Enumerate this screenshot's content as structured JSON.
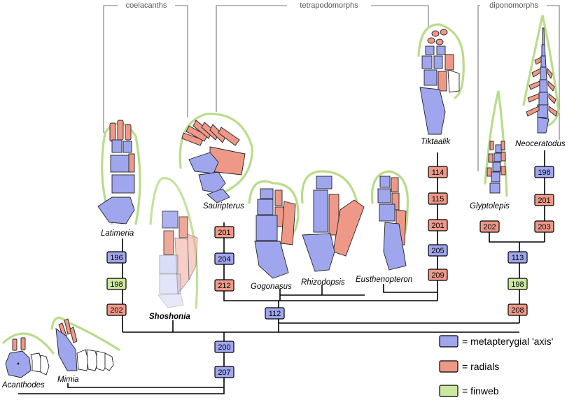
{
  "clades": [
    {
      "id": "coel",
      "label": "coelacanths"
    },
    {
      "id": "tetra",
      "label": "tetrapodomorphs"
    },
    {
      "id": "dipno",
      "label": "diponomorphs"
    }
  ],
  "taxa": [
    {
      "id": "acanthodes",
      "label": "Acanthodes"
    },
    {
      "id": "mimia",
      "label": "Mimia"
    },
    {
      "id": "latimeria",
      "label": "Latimeria"
    },
    {
      "id": "shoshonia",
      "label": "Shoshonia"
    },
    {
      "id": "sauripterus",
      "label": "Sauripterus"
    },
    {
      "id": "gogonasus",
      "label": "Gogonasus"
    },
    {
      "id": "rhizodopsis",
      "label": "Rhizodopsis"
    },
    {
      "id": "eusthenopteron",
      "label": "Eusthenopteron"
    },
    {
      "id": "tiktaalik",
      "label": "Tiktaalik"
    },
    {
      "id": "glyptolepis",
      "label": "Glyptolepis"
    },
    {
      "id": "neoceratodus",
      "label": "Neoceratodus"
    }
  ],
  "characters": [
    {
      "id": "c-root-200",
      "label": "200",
      "kind": "axis"
    },
    {
      "id": "c-root-207",
      "label": "207",
      "kind": "axis"
    },
    {
      "id": "c-lat-196",
      "label": "196",
      "kind": "axis"
    },
    {
      "id": "c-lat-198",
      "label": "198",
      "kind": "web"
    },
    {
      "id": "c-lat-202",
      "label": "202",
      "kind": "radial"
    },
    {
      "id": "c-saur-201",
      "label": "201",
      "kind": "radial"
    },
    {
      "id": "c-saur-204",
      "label": "204",
      "kind": "axis"
    },
    {
      "id": "c-saur-212",
      "label": "212",
      "kind": "radial"
    },
    {
      "id": "c-tetra-112",
      "label": "112",
      "kind": "axis"
    },
    {
      "id": "c-tik-114",
      "label": "114",
      "kind": "radial"
    },
    {
      "id": "c-tik-115",
      "label": "115",
      "kind": "radial"
    },
    {
      "id": "c-tik-201",
      "label": "201",
      "kind": "radial"
    },
    {
      "id": "c-tik-205",
      "label": "205",
      "kind": "axis"
    },
    {
      "id": "c-tik-209",
      "label": "209",
      "kind": "radial"
    },
    {
      "id": "c-neo-196",
      "label": "196",
      "kind": "axis"
    },
    {
      "id": "c-neo-201",
      "label": "201",
      "kind": "radial"
    },
    {
      "id": "c-neo-203",
      "label": "203",
      "kind": "radial"
    },
    {
      "id": "c-gly-202",
      "label": "202",
      "kind": "radial"
    },
    {
      "id": "c-dip-113",
      "label": "113",
      "kind": "axis"
    },
    {
      "id": "c-dip-198",
      "label": "198",
      "kind": "web"
    },
    {
      "id": "c-dip-208",
      "label": "208",
      "kind": "radial"
    }
  ],
  "legend": [
    {
      "kind": "axis",
      "label": "= metapterygial 'axis'"
    },
    {
      "kind": "radial",
      "label": "= radials"
    },
    {
      "kind": "web",
      "label": "= finweb"
    }
  ],
  "colors": {
    "axis": "#9fa6ee",
    "radial": "#ee9988",
    "web": "#cce79e",
    "finweb_outline": "#b9dc8a",
    "tree": "#000000",
    "bracket": "#777777"
  }
}
